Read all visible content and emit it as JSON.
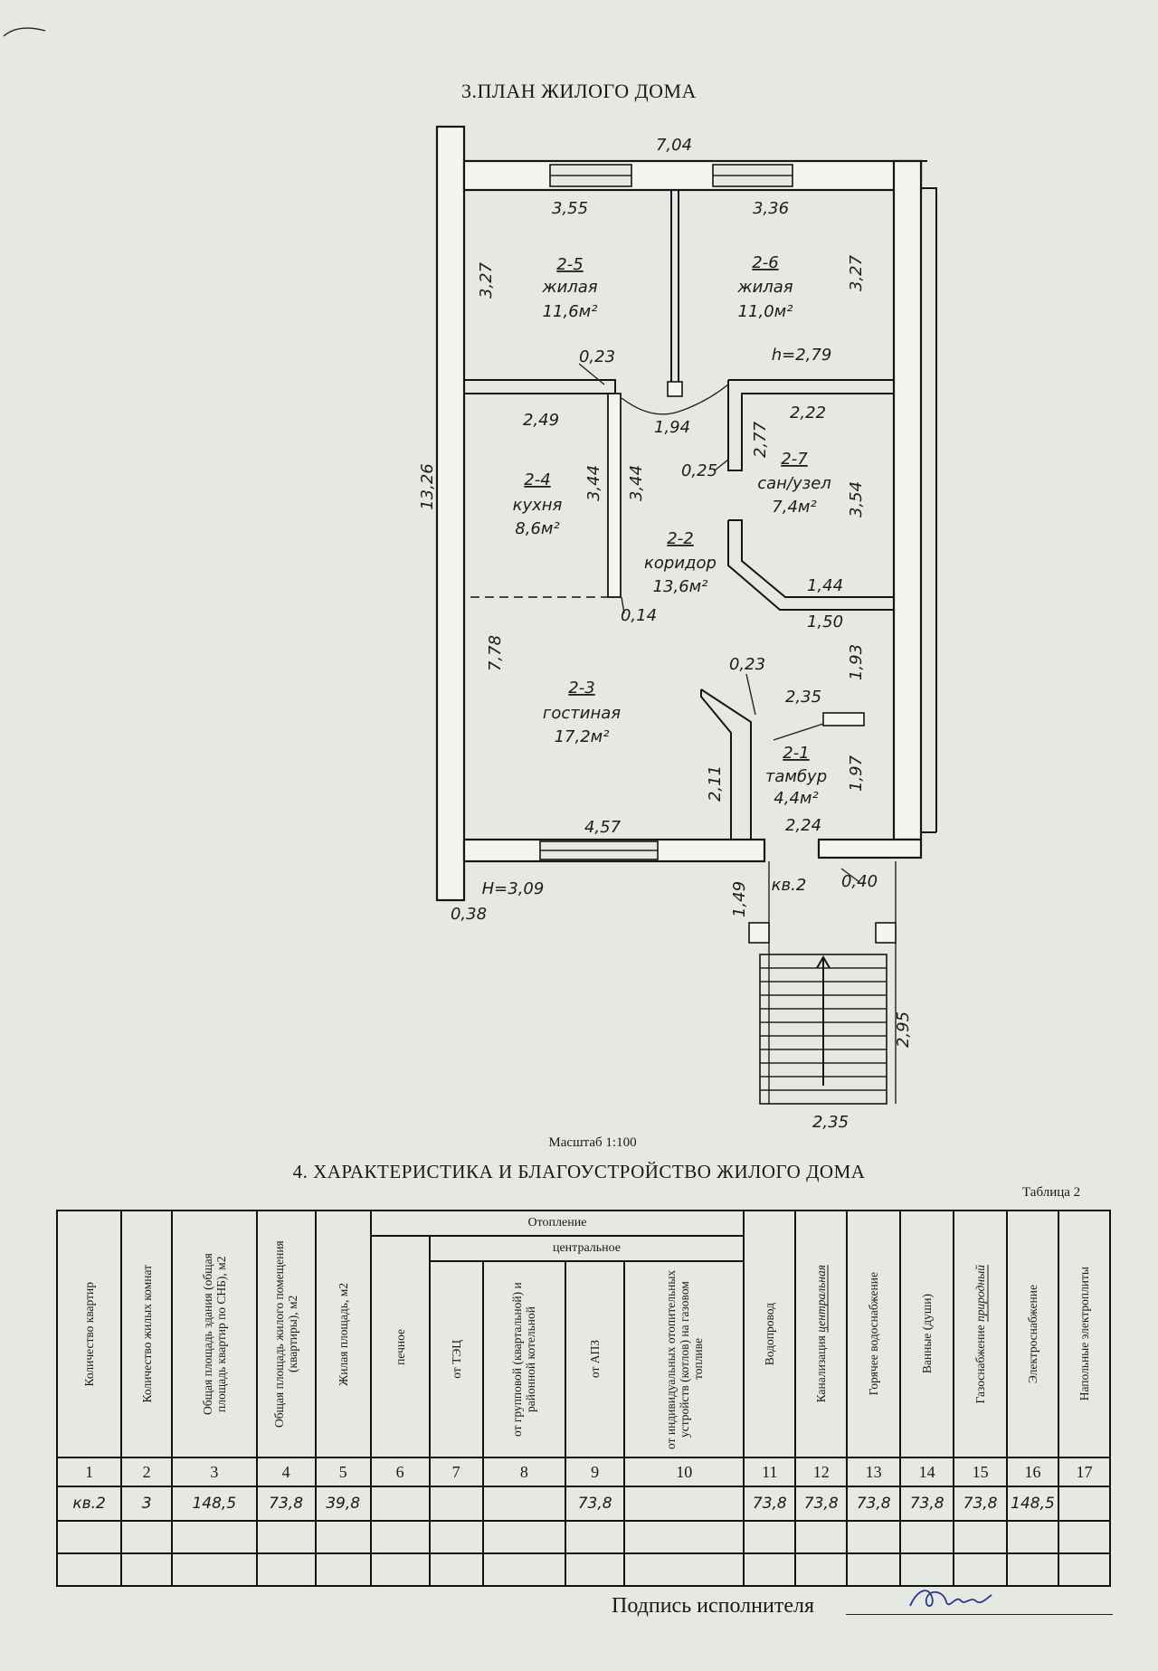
{
  "plan": {
    "title": "3.ПЛАН ЖИЛОГО ДОМА",
    "scale": "Масштаб 1:100",
    "rooms": [
      {
        "id": "2-5",
        "name": "жилая",
        "area": "11,6м²"
      },
      {
        "id": "2-6",
        "name": "жилая",
        "area": "11,0м²"
      },
      {
        "id": "2-4",
        "name": "кухня",
        "area": "8,6м²"
      },
      {
        "id": "2-7",
        "name": "сан/узел",
        "area": "7,4м²"
      },
      {
        "id": "2-2",
        "name": "коридор",
        "area": "13,6м²"
      },
      {
        "id": "2-3",
        "name": "гостиная",
        "area": "17,2м²"
      },
      {
        "id": "2-1",
        "name": "тамбур",
        "area": "4,4м²"
      }
    ],
    "dims": {
      "top_total": "7,04",
      "w25": "3,55",
      "w26": "3,36",
      "h25": "3,27",
      "h26": "3,27",
      "t023a": "0,23",
      "ceiling": "h=2,79",
      "total_height": "13,26",
      "w24": "2,49",
      "door194": "1,94",
      "w27": "2,22",
      "h24a": "3,44",
      "h24b": "3,44",
      "t025": "0,25",
      "h27a": "2,77",
      "h27b": "3,54",
      "w144": "1,44",
      "w150": "1,50",
      "t014": "0,14",
      "h23": "7,78",
      "t023b": "0,23",
      "h193": "1,93",
      "w235": "2,35",
      "h211": "2,11",
      "h197": "1,97",
      "w457": "4,57",
      "w224": "2,24",
      "kv": "кв.2",
      "t040": "0,40",
      "H": "Н=3,09",
      "t038": "0,38",
      "h149": "1,49",
      "h295": "2,95",
      "w235b": "2,35"
    }
  },
  "table": {
    "title": "4. ХАРАКТЕРИСТИКА И БЛАГОУСТРОЙСТВО ЖИЛОГО ДОМА",
    "note": "Таблица 2",
    "headers": {
      "c1": "Количество квартир",
      "c2": "Количество жилых комнат",
      "c3": "Общая площадь здания (общая площадь квартир по СНБ), м2",
      "c4": "Общая площадь жилого помещения (квартиры), м2",
      "c5": "Жилая площадь, м2",
      "heating": "Отопление",
      "central": "центральное",
      "c6": "печное",
      "c7": "от ТЭЦ",
      "c8": "от групповой (квартальной) и районной котельной",
      "c9": "от АПЗ",
      "c10": "от индивидуальных отопительных устройств (котлов) на газовом топливе",
      "c11": "Водопровод",
      "c12a": "Канализация",
      "c12b": "центральная",
      "c13": "Горячее водоснабжение",
      "c14": "Ванные (души)",
      "c15a": "Газоснабжение",
      "c15b": "природный",
      "c16": "Электроснабжение",
      "c17": "Напольные электроплиты"
    },
    "numbers": [
      "1",
      "2",
      "3",
      "4",
      "5",
      "6",
      "7",
      "8",
      "9",
      "10",
      "11",
      "12",
      "13",
      "14",
      "15",
      "16",
      "17"
    ],
    "row": [
      "кв.2",
      "3",
      "148,5",
      "73,8",
      "39,8",
      "",
      "",
      "",
      "73,8",
      "",
      "73,8",
      "73,8",
      "73,8",
      "73,8",
      "73,8",
      "148,5",
      ""
    ]
  },
  "signature": {
    "label": "Подпись исполнителя"
  }
}
